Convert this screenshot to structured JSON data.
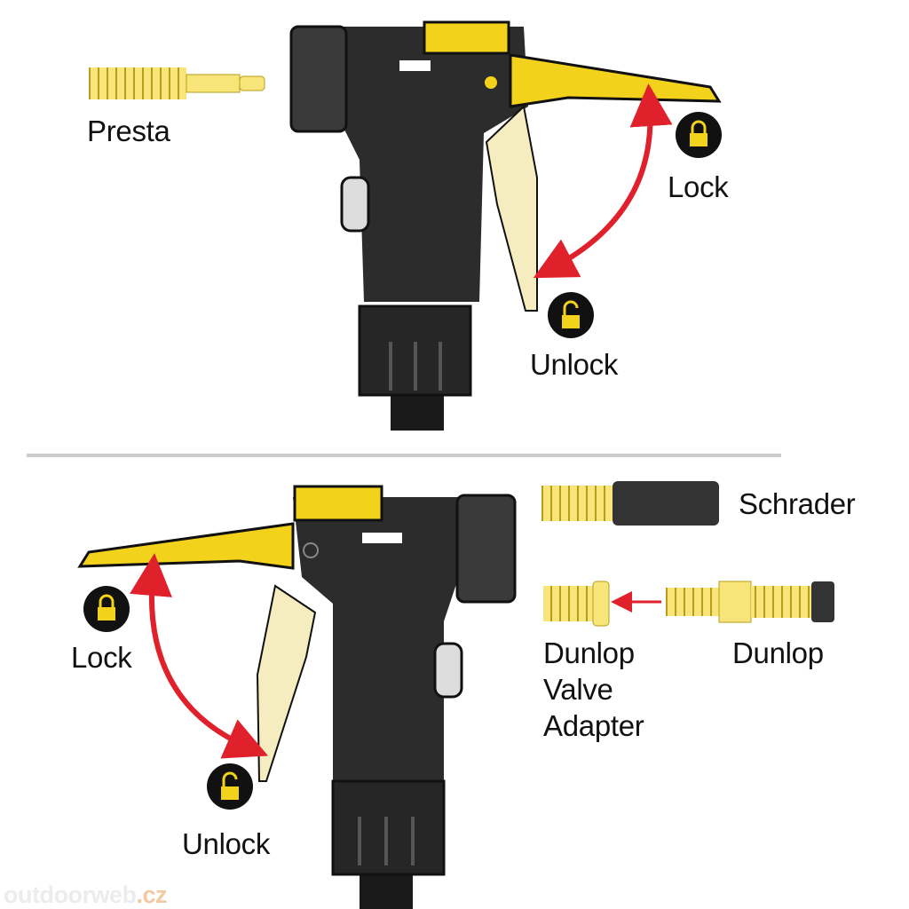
{
  "labels": {
    "presta": "Presta",
    "lock_top": "Lock",
    "unlock_top": "Unlock",
    "schrader": "Schrader",
    "lock_bottom": "Lock",
    "unlock_bottom": "Unlock",
    "dunlop_adapter": [
      "Dunlop",
      "Valve",
      "Adapter"
    ],
    "dunlop": "Dunlop"
  },
  "watermark": {
    "name": "outdoorweb",
    "tld": ".cz"
  },
  "colors": {
    "yellow": "#f2d21a",
    "body": "#2b2b2b",
    "arrow": "#e0202a",
    "grip": "#f5ecc0"
  }
}
